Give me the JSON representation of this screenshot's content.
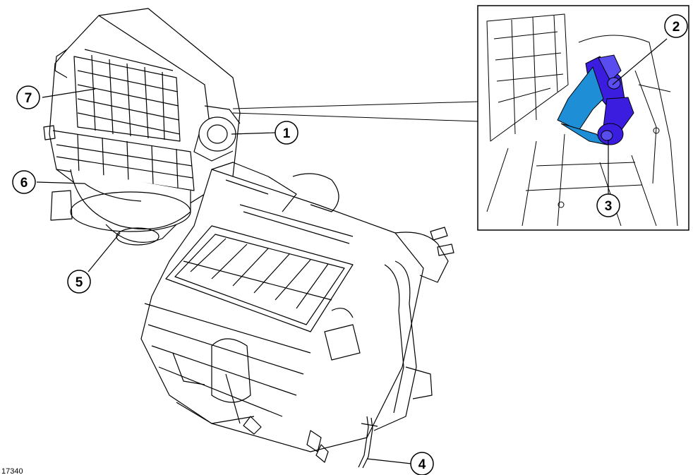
{
  "figure": {
    "id": "17340"
  },
  "callouts": [
    {
      "number": "1"
    },
    {
      "number": "2"
    },
    {
      "number": "3"
    },
    {
      "number": "4"
    },
    {
      "number": "5"
    },
    {
      "number": "6"
    },
    {
      "number": "7"
    }
  ],
  "colors": {
    "linework": "#000000",
    "background": "#ffffff",
    "highlight_dark": "#3b1de0",
    "highlight_mid": "#5a4df0",
    "highlight_cyan": "#1e8fd6"
  },
  "icons": {
    "inset_detail": "actuator-linkage-icon",
    "main_drawing": "hvac-module-illustration"
  }
}
